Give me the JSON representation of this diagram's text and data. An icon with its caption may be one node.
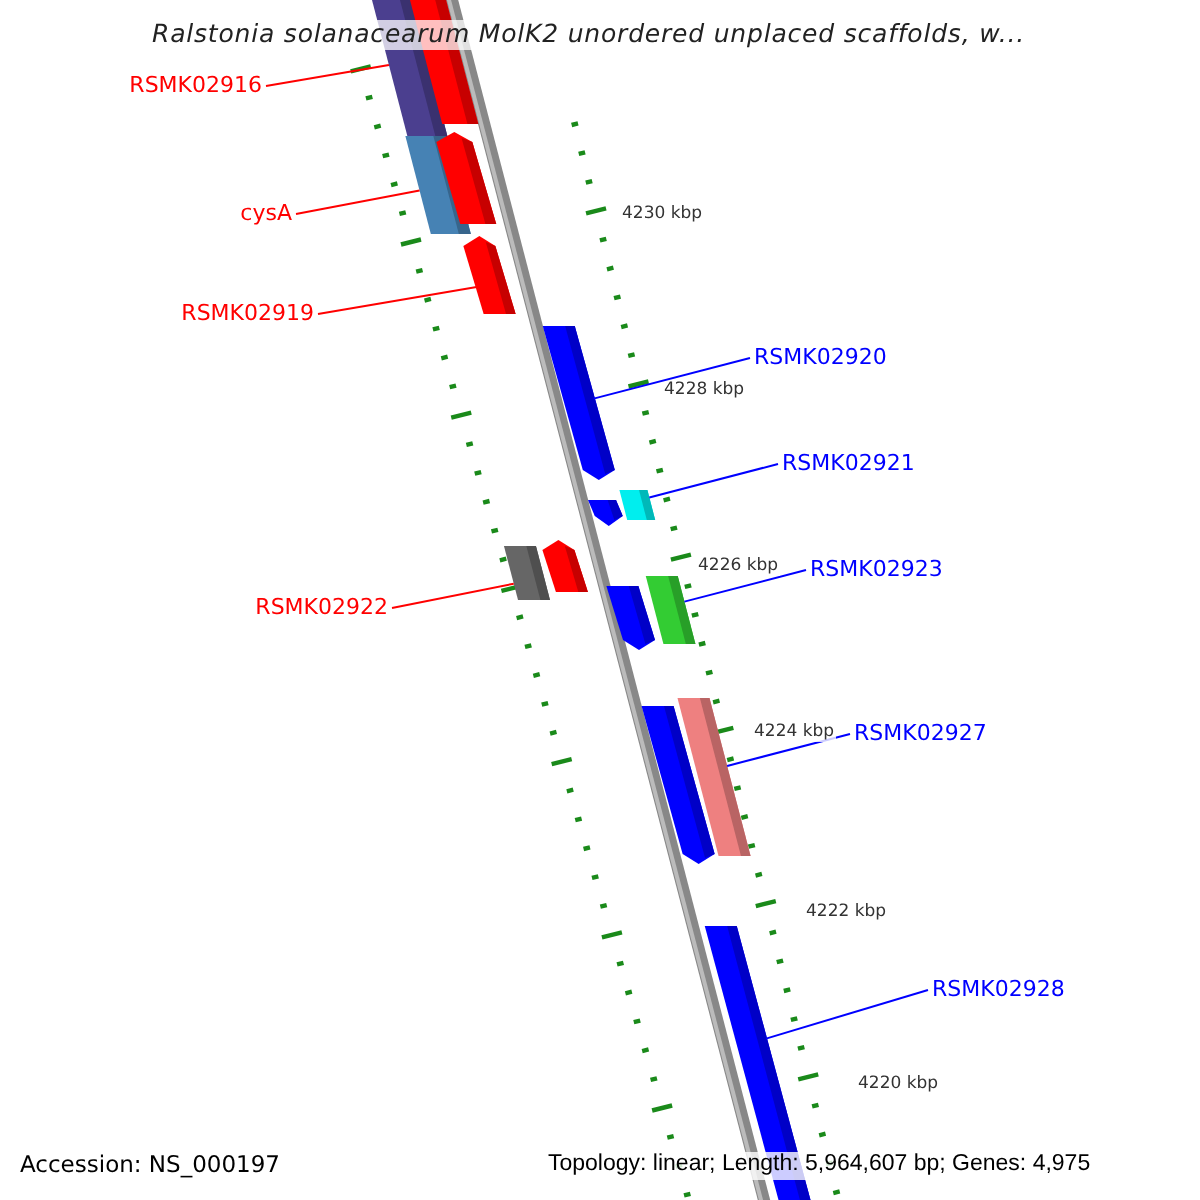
{
  "diagram": {
    "title": "Ralstonia solanacearum MolK2 unordered unplaced scaffolds, w...",
    "nodes": [
      {
        "text": [
          "RSMK02916"
        ]
      },
      {
        "text": [],
        "shape": "bar"
      },
      {
        "text": [],
        "shape": "bar"
      },
      {
        "text": [
          "cysA"
        ]
      },
      {
        "text": [],
        "shape": "bar"
      },
      {
        "text": [],
        "shape": "bar"
      },
      {
        "text": [
          "RSMK02919"
        ]
      },
      {
        "text": [],
        "shape": "bar"
      },
      {
        "text": [
          "RSMK02920"
        ]
      },
      {
        "text": [],
        "shape": "bar"
      },
      {
        "text": [
          "RSMK02921"
        ]
      },
      {
        "text": [],
        "shape": "bar"
      },
      {
        "text": [],
        "shape": "bar"
      },
      {
        "text": [
          "RSMK02922"
        ]
      },
      {
        "text": [],
        "shape": "bar"
      },
      {
        "text": [],
        "shape": "bar"
      },
      {
        "text": [
          "RSMK02923"
        ]
      },
      {
        "text": [],
        "shape": "bar"
      },
      {
        "text": [],
        "shape": "bar"
      },
      {
        "text": [
          "RSMK02927"
        ]
      },
      {
        "text": [],
        "shape": "bar"
      },
      {
        "text": [],
        "shape": "bar"
      },
      {
        "text": [
          "RSMK02928"
        ]
      },
      {
        "text": [],
        "shape": "bar"
      }
    ],
    "edges": [
      {
        "from": 0,
        "to": 1,
        "arrow": "none",
        "color": "#ff0000"
      },
      {
        "from": 3,
        "to": 4,
        "arrow": "none",
        "color": "#ff0000"
      },
      {
        "from": 6,
        "to": 7,
        "arrow": "none",
        "color": "#ff0000"
      },
      {
        "from": 8,
        "to": 9,
        "arrow": "none"
      },
      {
        "from": 10,
        "to": 12,
        "arrow": "none"
      },
      {
        "from": 13,
        "to": 14,
        "arrow": "none",
        "color": "#ff0000"
      },
      {
        "from": 16,
        "to": 18,
        "arrow": "none"
      },
      {
        "from": 19,
        "to": 21,
        "arrow": "none"
      },
      {
        "from": 22,
        "to": 23,
        "arrow": "none"
      }
    ],
    "labels": [
      "4230 kbp",
      "4228 kbp",
      "4226 kbp",
      "4224 kbp",
      "4222 kbp",
      "4220 kbp",
      "Accession: NS_000197",
      "Topology: linear; Length: 5,964,607 bp; Genes: 4,975"
    ]
  }
}
